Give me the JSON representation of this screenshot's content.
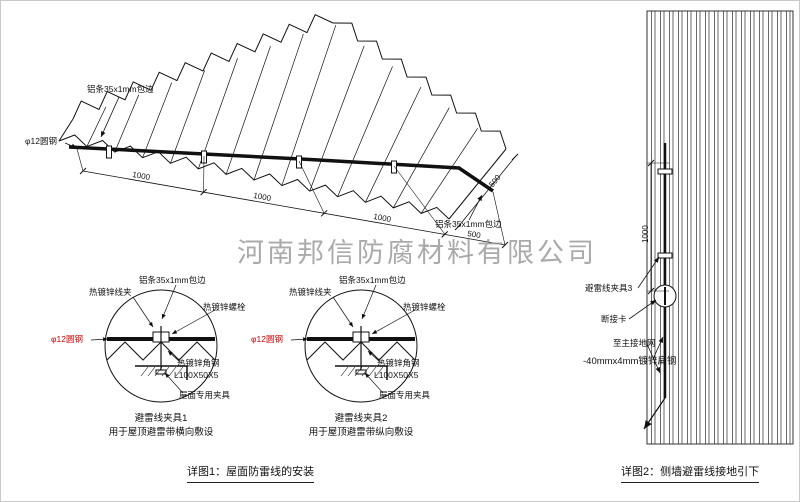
{
  "watermark": "河南邦信防腐材料有限公司",
  "roof": {
    "label_strip": "铝条35x1mm包边",
    "label_round": "φ12圆钢",
    "dims": [
      "1000",
      "1000",
      "1000",
      "500"
    ],
    "dim_right": "500"
  },
  "detail1": {
    "title": "避雷线夹具1",
    "subtitle": "用于屋顶避雷带横向敷设",
    "labels": {
      "clamp": "热镀锌线夹",
      "strip": "铝条35x1mm包边",
      "bolt": "热镀锌螺栓",
      "round": "φ12圆钢",
      "angle": "热镀锌角钢",
      "angle_spec": "L100X50X5",
      "fixture": "屋面专用夹具"
    }
  },
  "detail2": {
    "title": "避雷线夹具2",
    "subtitle": "用于屋顶避雷带纵向敷设",
    "labels": {
      "clamp": "热镀锌线夹",
      "strip": "铝条35x1mm包边",
      "bolt": "热镀锌螺栓",
      "round": "φ12圆钢",
      "angle": "热镀锌角钢",
      "angle_spec": "L100X50X5",
      "fixture": "屋面专用夹具"
    }
  },
  "wall": {
    "dim": "1000",
    "clamp3": "避雷线夹具3",
    "disconnect": "断接卡",
    "to_ground": "至主接地网",
    "flat_steel": "-40mmx4mm镀锌扁钢"
  },
  "captions": {
    "detail1": "详图1：屋面防雷线的安装",
    "detail2": "详图2：侧墙避雷线接地引下"
  }
}
